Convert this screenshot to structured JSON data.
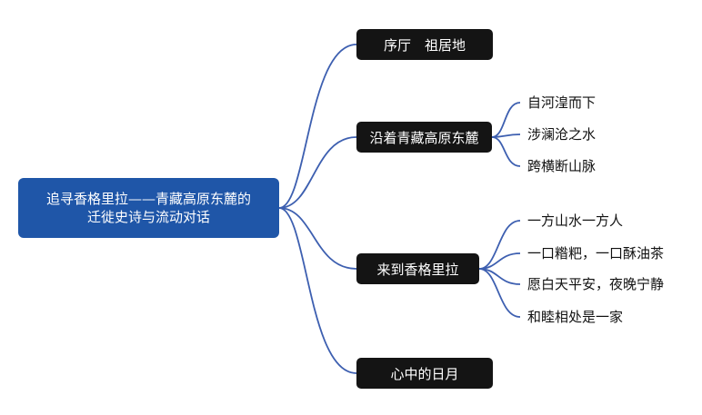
{
  "root": {
    "line1": "追寻香格里拉——青藏高原东麓的",
    "line2": "迁徙史诗与流动对话"
  },
  "branches": [
    {
      "label": "序厅　祖居地",
      "leaves": []
    },
    {
      "label": "沿着青藏高原东麓",
      "leaves": [
        "自河湟而下",
        "涉澜沧之水",
        "跨横断山脉"
      ]
    },
    {
      "label": "来到香格里拉",
      "leaves": [
        "一方山水一方人",
        "一口糌粑，一口酥油茶",
        "愿白天平安，夜晚宁静",
        "和睦相处是一家"
      ]
    },
    {
      "label": "心中的日月",
      "leaves": []
    }
  ],
  "colors": {
    "root_fill": "#1f56a8",
    "branch_fill": "#141414",
    "connector": "#3d5fb0"
  }
}
